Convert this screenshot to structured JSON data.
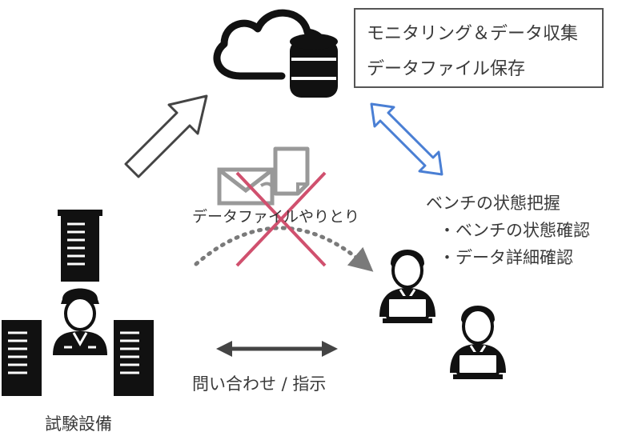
{
  "info_box": {
    "line1": "モニタリング＆データ収集",
    "line2": "データファイル保存"
  },
  "file_exchange_label": "データファイルやりとり",
  "bench_status": {
    "title": "ベンチの状態把握",
    "items": [
      "・ベンチの状態確認",
      "・データ詳細確認"
    ]
  },
  "inquiry_label": "問い合わせ / 指示",
  "test_equipment_label": "試験設備",
  "colors": {
    "blue_arrow": "#4a7fd4",
    "cross": "#d0506e",
    "dark": "#1a1a1a",
    "gray": "#7a7a7a"
  },
  "icons": [
    "cloud-icon",
    "database-icon",
    "envelope-icon",
    "document-icon",
    "building-icon",
    "worker-icon",
    "person-laptop-icon"
  ]
}
